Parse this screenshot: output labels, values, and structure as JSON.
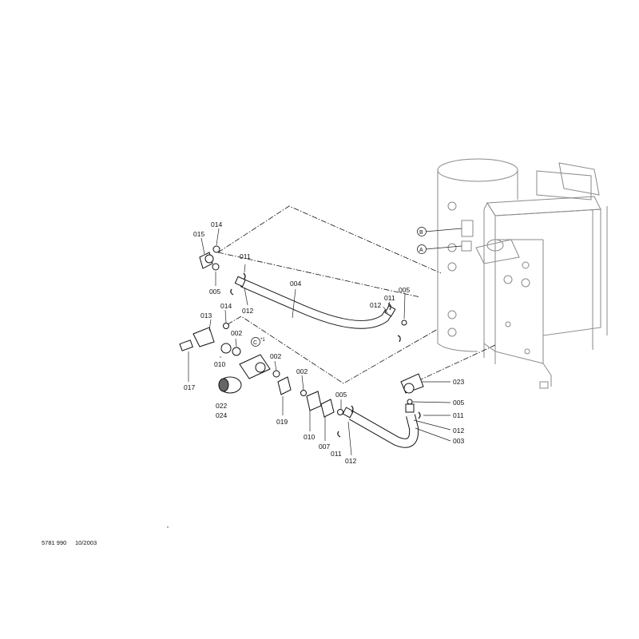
{
  "callouts": {
    "c014a": "014",
    "c015": "015",
    "c005a": "005",
    "c011a": "011",
    "c012a": "012",
    "c004": "004",
    "c014b": "014",
    "c013": "013",
    "c002a": "002",
    "c010a": "010",
    "c017": "017",
    "cC": "C",
    "cC_sup": "*1",
    "c002b": "002",
    "c002c": "002",
    "c022": "022",
    "c024": "024",
    "c019": "019",
    "c010b": "010",
    "c005b": "005",
    "c007": "007",
    "c011b": "011",
    "c012b": "012",
    "c003": "003",
    "c012c": "012",
    "c011c": "011",
    "c005c": "005",
    "c012d": "012",
    "c005d": "005",
    "c011d": "011",
    "c023": "023",
    "cB": "B",
    "cA": "A"
  },
  "footer": {
    "doc_number": "5781 990",
    "date": "10/2003"
  }
}
